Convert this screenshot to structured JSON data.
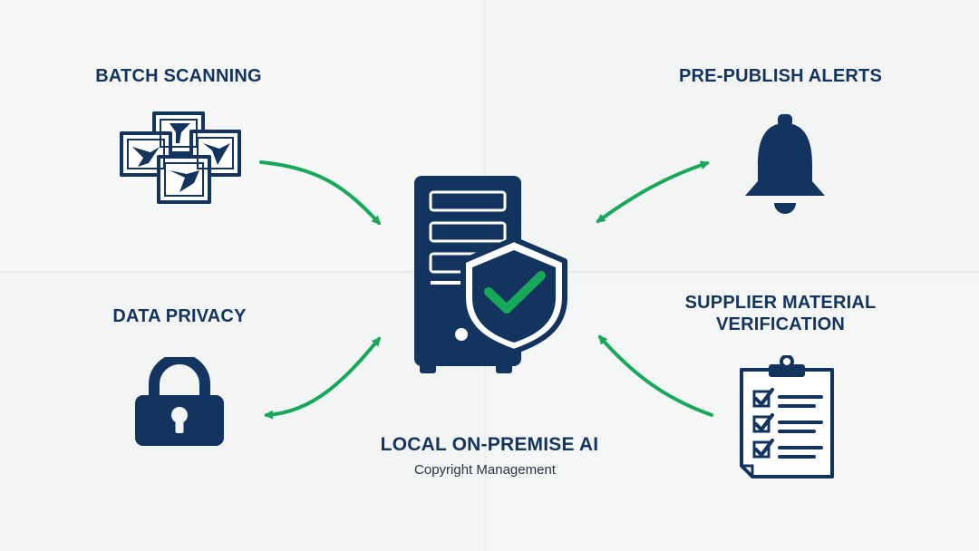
{
  "colors": {
    "navy": "#13345e",
    "green": "#17a85a",
    "background": "#f3f4f4"
  },
  "nodes": {
    "batch_scanning": {
      "label": "BATCH SCANNING",
      "icon": "stacked-images-icon"
    },
    "pre_publish_alerts": {
      "label": "PRE-PUBLISH ALERTS",
      "icon": "bell-icon"
    },
    "data_privacy": {
      "label": "DATA PRIVACY",
      "icon": "padlock-icon"
    },
    "supplier_verification": {
      "label_line1": "SUPPLIER MATERIAL",
      "label_line2": "VERIFICATION",
      "icon": "checklist-clipboard-icon"
    }
  },
  "center": {
    "title": "LOCAL ON-PREMISE AI",
    "subtitle": "Copyright Management",
    "icon": "server-shield-check-icon"
  },
  "connectors": [
    {
      "from": "batch_scanning",
      "to": "center"
    },
    {
      "from": "pre_publish_alerts",
      "to": "center",
      "bidirectional": true
    },
    {
      "from": "data_privacy",
      "to": "center",
      "bidirectional": true
    },
    {
      "from": "supplier_verification",
      "to": "center"
    }
  ]
}
